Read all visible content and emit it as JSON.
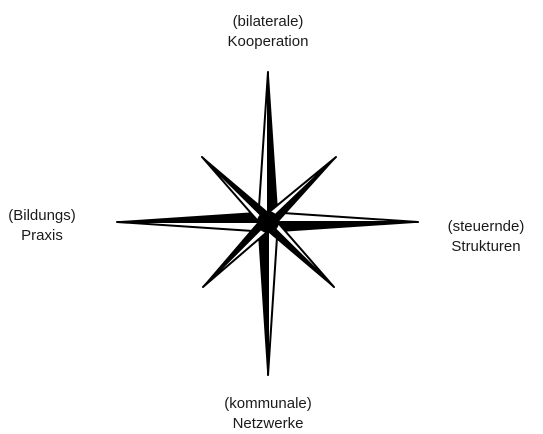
{
  "diagram": {
    "north": {
      "line1": "(bilaterale)",
      "line2": "Kooperation"
    },
    "west": {
      "line1": "(Bildungs)",
      "line2": "Praxis"
    },
    "east": {
      "line1": "(steuernde)",
      "line2": "Strukturen"
    },
    "south": {
      "line1": "(kommunale)",
      "line2": "Netzwerke"
    },
    "colors": {
      "star": "#000000",
      "text": "#1a1a1a",
      "background": "#ffffff"
    },
    "icon": "compass-rose-icon"
  }
}
